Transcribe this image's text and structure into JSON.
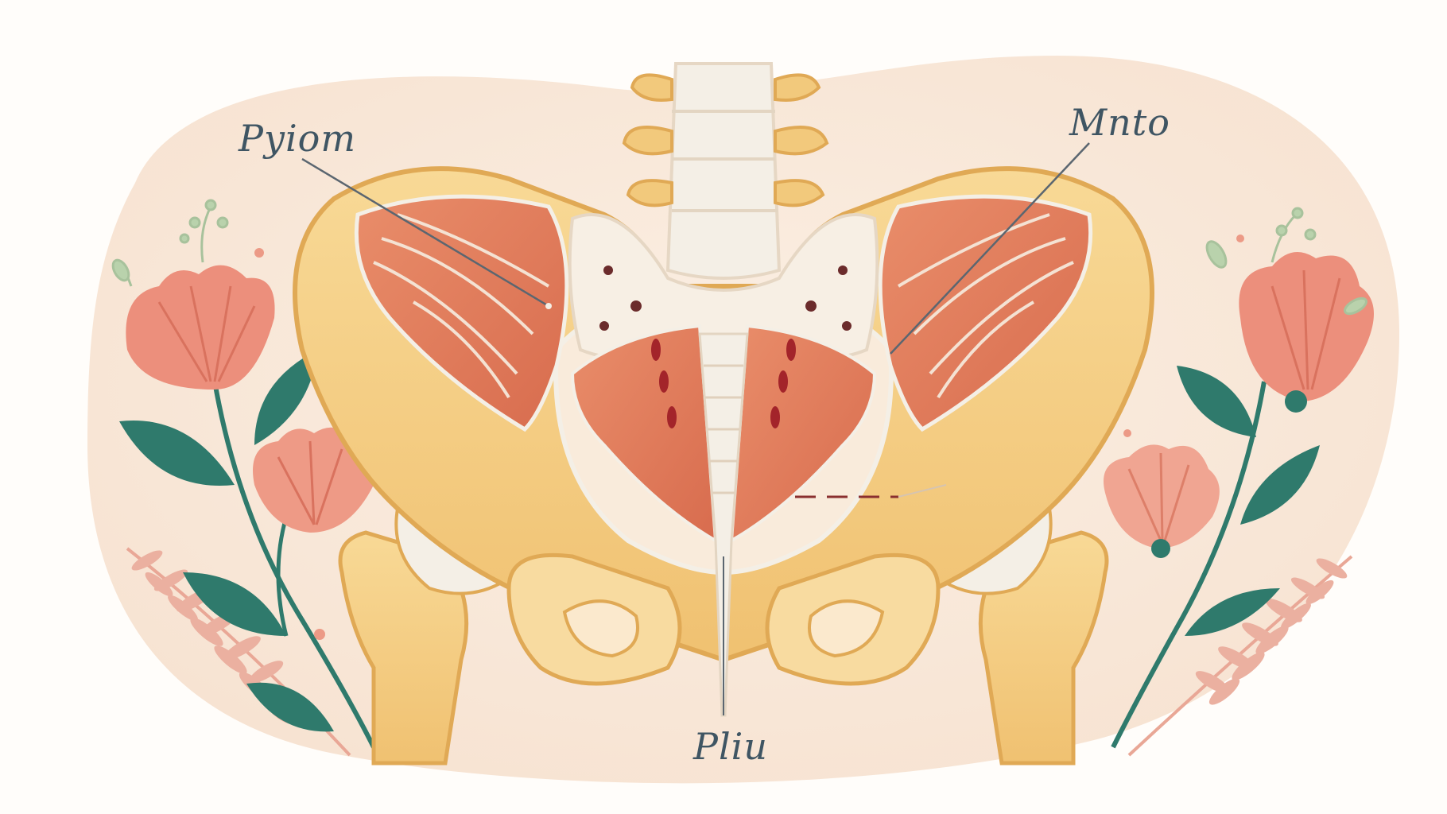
{
  "labels": {
    "top_left": "Pyiom",
    "top_right": "Mnto",
    "bottom": "Pliu"
  },
  "colors": {
    "background_blob": "#f9e8d9",
    "page": "#fffdfa",
    "bone": "#f2c97c",
    "bone_light": "#f8dba0",
    "bone_outline": "#e0a955",
    "sacrum": "#f7efe4",
    "muscle": "#e3825f",
    "muscle_dark": "#cf6a4c",
    "muscle_red_marks": "#a3242a",
    "flower": "#ec8f7c",
    "leaf": "#2f7a6c",
    "fern": "#ebb0a0",
    "label_ink": "#3f5563",
    "leader_line": "#5b6670"
  }
}
